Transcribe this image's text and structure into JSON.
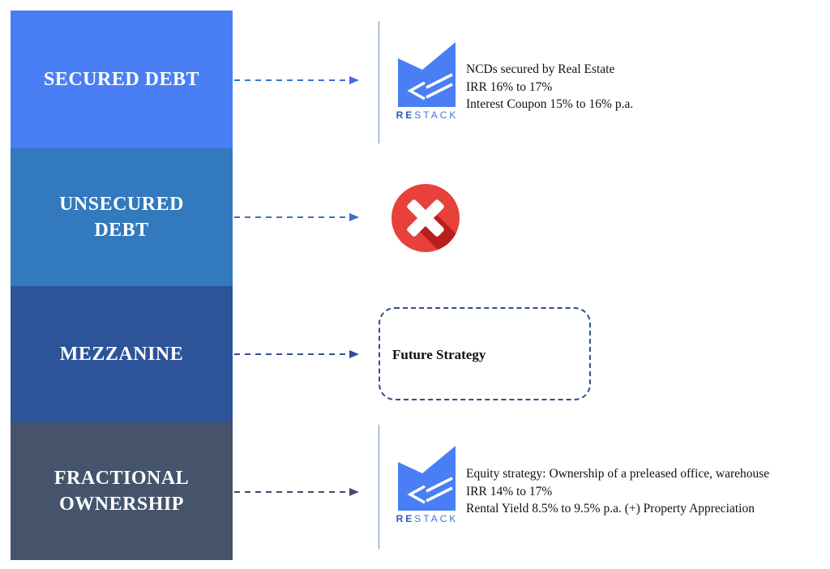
{
  "tiers": [
    {
      "label": "SECURED DEBT",
      "color": "#4a7ef4",
      "arrow_color": "#3f70e0"
    },
    {
      "label": "UNSECURED\nDEBT",
      "color": "#3279bd",
      "arrow_color": "#3b72c2"
    },
    {
      "label": "MEZZANINE",
      "color": "#2d5398",
      "arrow_color": "#2f508f"
    },
    {
      "label": "FRACTIONAL\nOWNERSHIP",
      "color": "#45546b",
      "arrow_color": "#3e4f6a"
    }
  ],
  "logo": {
    "word_prefix": "RE",
    "word_rest": "STACK",
    "color": "#4a7ef4"
  },
  "secured_debt_details": [
    "NCDs secured by Real Estate",
    "IRR 16% to 17%",
    "Interest Coupon 15% to 16% p.a."
  ],
  "unsecured_debt": {
    "icon": "cross-icon",
    "color": "#e8403a"
  },
  "mezzanine": {
    "label": "Future Strategy"
  },
  "fractional_ownership_details": [
    "Equity strategy: Ownership of a preleased office, warehouse",
    "IRR 14% to 17%",
    "Rental Yield 8.5% to 9.5% p.a. (+) Property Appreciation"
  ]
}
